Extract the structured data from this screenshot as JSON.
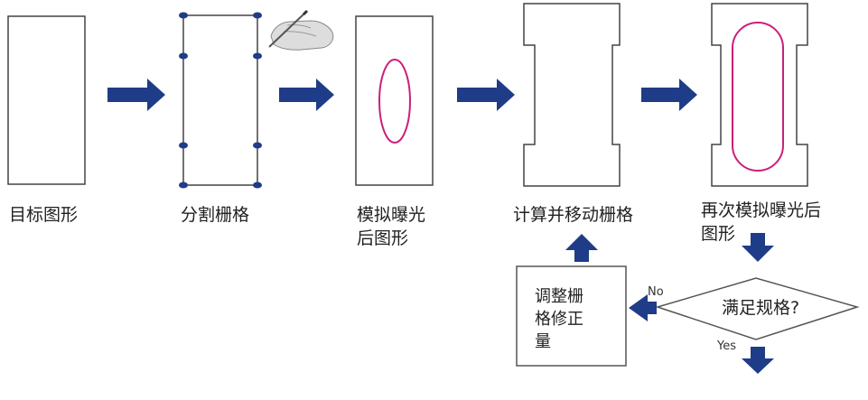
{
  "steps": {
    "target": "目标图形",
    "split": "分割栅格",
    "sim1_line1": "模拟曝光",
    "sim1_line2": "后图形",
    "compute": "计算并移动栅格",
    "sim2_line1": "再次模拟曝光后",
    "sim2_line2": "图形"
  },
  "decision": {
    "question": "满足规格?",
    "no_label": "No",
    "yes_label": "Yes"
  },
  "adjust_box": {
    "line1": "调整栅",
    "line2": "格修正",
    "line3": "量"
  },
  "colors": {
    "arrow": "#1f3c88",
    "contour": "#cc1f7a",
    "outline": "#444444",
    "node": "#1f3c88"
  },
  "icons": [
    "pen-hand-icon"
  ]
}
